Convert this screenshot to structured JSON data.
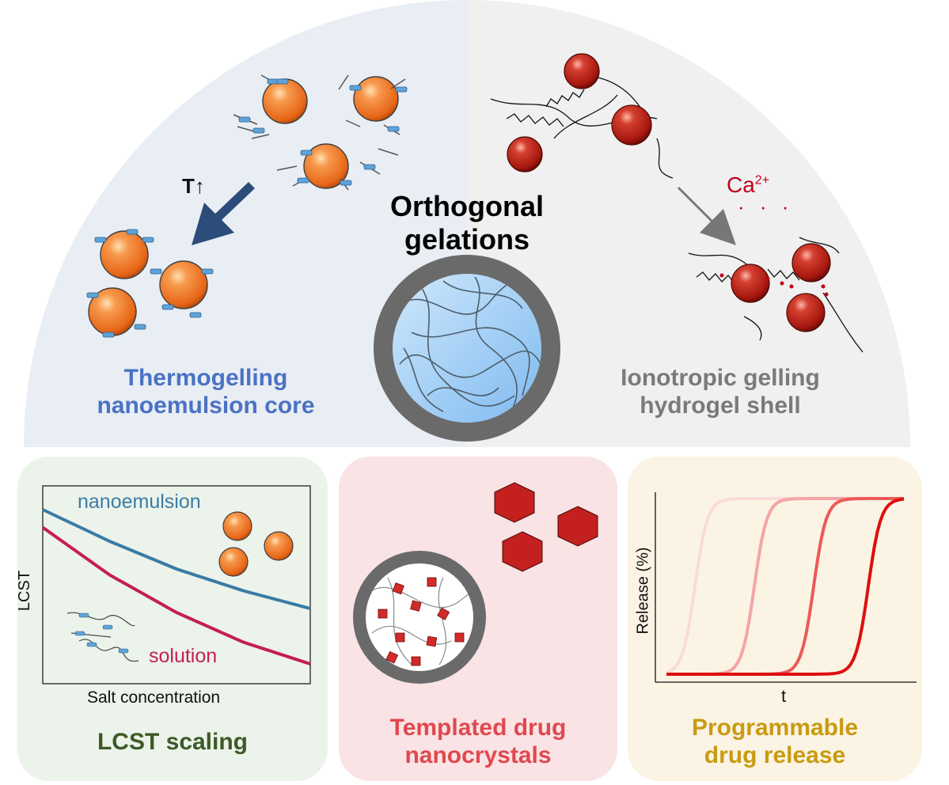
{
  "center": {
    "title_line1": "Orthogonal",
    "title_line2": "gelations"
  },
  "left": {
    "temp_label": "T↑",
    "label_line1": "Thermogelling",
    "label_line2": "nanoemulsion core"
  },
  "right": {
    "ion_label": "Ca",
    "ion_sup": "2+",
    "ion_dots": "· · ·",
    "label_line1": "Ionotropic gelling",
    "label_line2": "hydrogel shell"
  },
  "panel_lcst": {
    "title": "LCST scaling",
    "ylabel": "LCST",
    "xlabel": "Salt concentration",
    "series": [
      {
        "name": "nanoemulsion",
        "color": "#3a7ba6",
        "x": [
          0,
          0.25,
          0.5,
          0.75,
          1
        ],
        "y": [
          0.88,
          0.72,
          0.58,
          0.47,
          0.38
        ]
      },
      {
        "name": "solution",
        "color": "#c41e53",
        "x": [
          0,
          0.25,
          0.5,
          0.75,
          1
        ],
        "y": [
          0.79,
          0.55,
          0.36,
          0.21,
          0.1
        ]
      }
    ]
  },
  "panel_nano": {
    "label_line1": "Templated drug",
    "label_line2": "nanocrystals"
  },
  "panel_release": {
    "title_line1": "Programmable",
    "title_line2": "drug release",
    "ylabel": "Release (%)",
    "xlabel": "t",
    "curves": [
      {
        "midpoint": 0.12,
        "color": "#fadada"
      },
      {
        "midpoint": 0.37,
        "color": "#f4a5a5"
      },
      {
        "midpoint": 0.62,
        "color": "#ec5a5a"
      },
      {
        "midpoint": 0.85,
        "color": "#dd0f0f"
      }
    ]
  },
  "colors": {
    "core_blue": "#4a72c4",
    "shell_gray": "#7a7a7a",
    "lcst_green": "#3d5a27",
    "nano_red": "#e0484f",
    "release_gold": "#c89b12"
  }
}
